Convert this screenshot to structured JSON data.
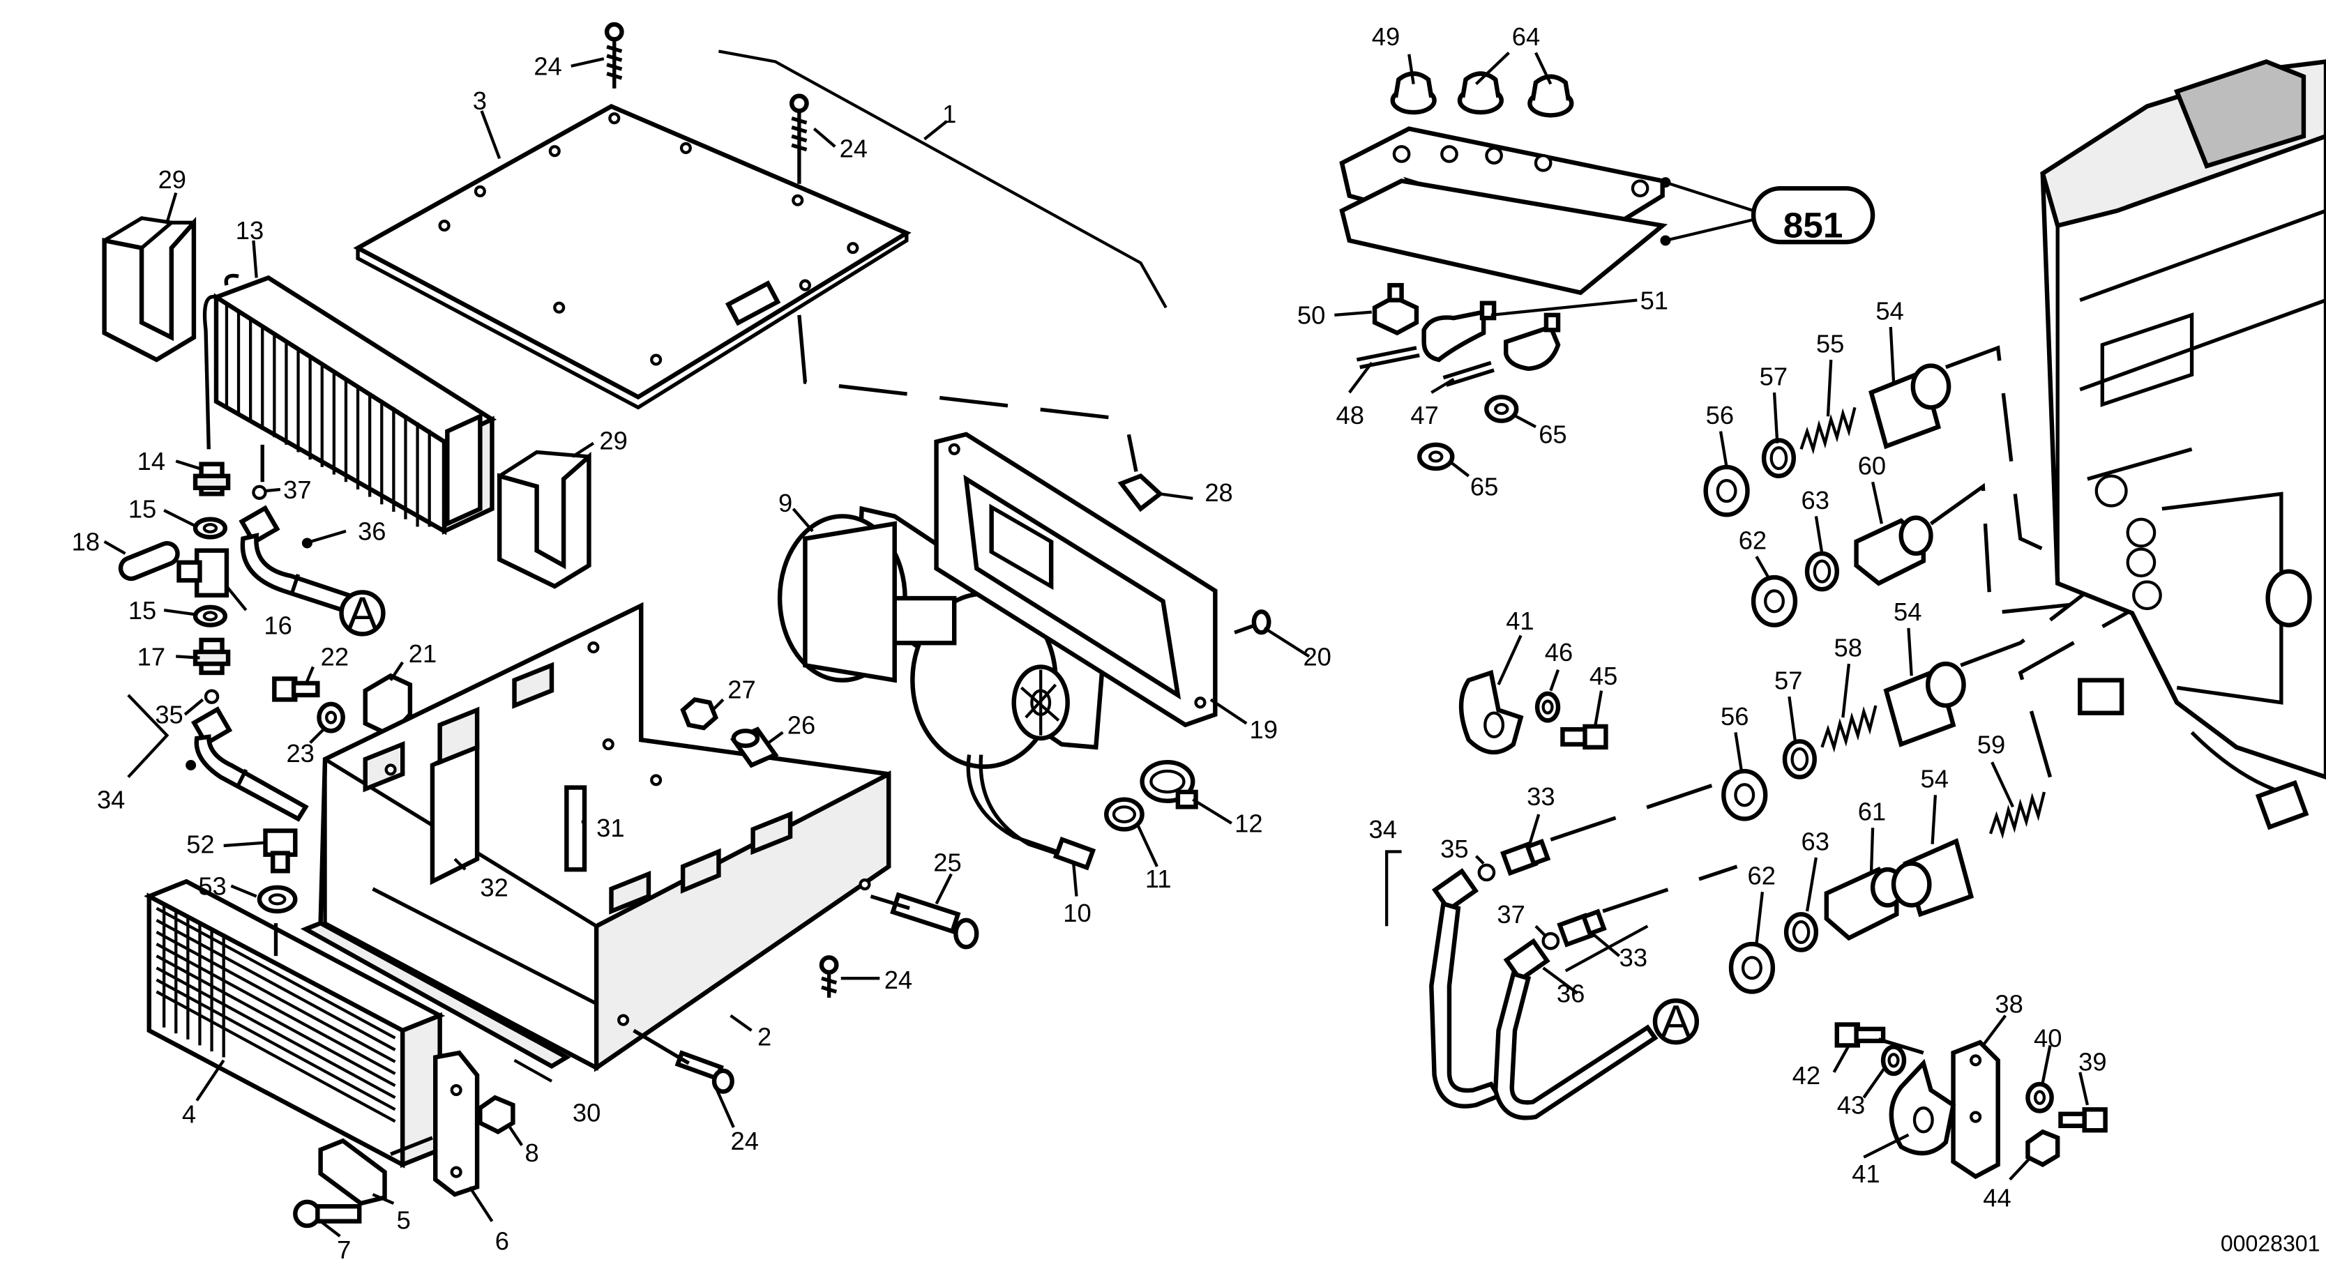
{
  "diagram": {
    "document_number": "00028301",
    "assembly_reference": "851",
    "connection_marker": "A",
    "callouts": [
      "1",
      "2",
      "3",
      "4",
      "5",
      "6",
      "7",
      "8",
      "9",
      "10",
      "11",
      "12",
      "13",
      "14",
      "15",
      "16",
      "17",
      "18",
      "19",
      "20",
      "21",
      "22",
      "23",
      "24",
      "25",
      "26",
      "27",
      "28",
      "29",
      "30",
      "31",
      "32",
      "33",
      "34",
      "35",
      "36",
      "37",
      "38",
      "39",
      "40",
      "41",
      "42",
      "43",
      "44",
      "45",
      "46",
      "47",
      "48",
      "49",
      "50",
      "51",
      "52",
      "53",
      "54",
      "55",
      "56",
      "57",
      "58",
      "59",
      "60",
      "61",
      "62",
      "63",
      "64",
      "65"
    ]
  }
}
